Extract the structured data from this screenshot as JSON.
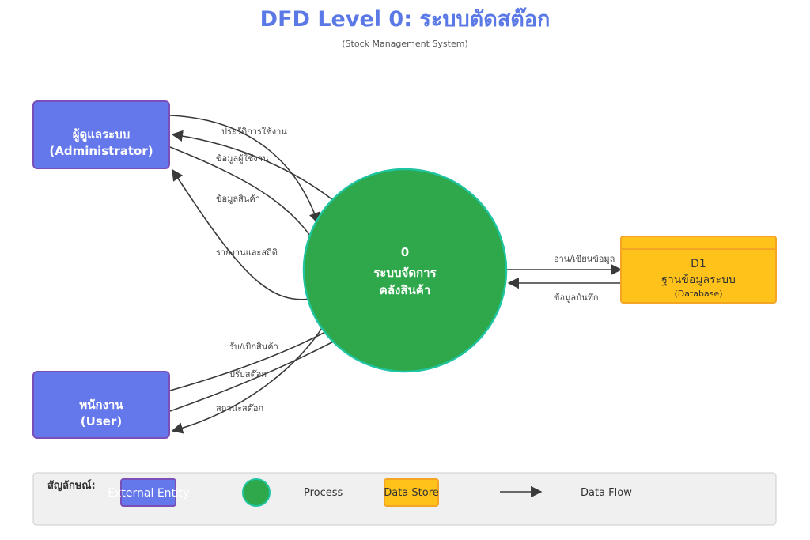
{
  "title": "DFD Level 0: ระบบตัดสต๊อก",
  "subtitle": "(Stock Management System)",
  "entities": {
    "admin": {
      "line1": "ผู้ดูแลระบบ",
      "line2": "(Administrator)"
    },
    "user": {
      "line1": "พนักงาน",
      "line2": "(User)"
    }
  },
  "process": {
    "id": "0",
    "line1": "ระบบจัดการ",
    "line2": "คลังสินค้า"
  },
  "store": {
    "id": "D1",
    "name": "ฐานข้อมูลระบบ",
    "sub": "(Database)"
  },
  "flows": {
    "history": "ประวัติการใช้งาน",
    "user_data": "ข้อมูลผู้ใช้งาน",
    "product_data": "ข้อมูลสินค้า",
    "report": "รายงานและสถิติ",
    "receive_issue": "รับ/เบิกสินค้า",
    "adjust": "ปรับสต๊อก",
    "status": "สถานะสต๊อก",
    "read_write": "อ่าน/เขียนข้อมูล",
    "saved": "ข้อมูลบันทึก"
  },
  "legend": {
    "title": "สัญลักษณ์:",
    "entity": "External Entity",
    "process": "Process",
    "store": "Data Store",
    "flow": "Data Flow"
  },
  "colors": {
    "entity_fill": "#6478ec",
    "entity_stroke": "#7a4fb8",
    "process_fill": "#2ea84a",
    "process_stroke": "#1fc4a0",
    "store_fill": "#ffc21a",
    "store_stroke": "#f5a524",
    "title": "#5b79e6"
  }
}
